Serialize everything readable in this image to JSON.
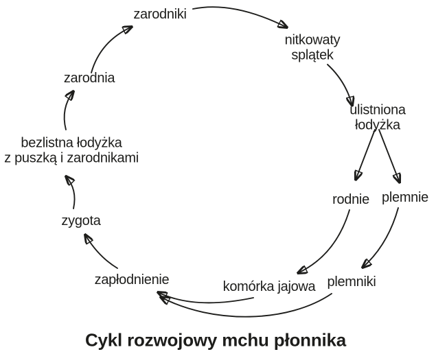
{
  "title": "Cykl rozwojowy mchu płonnika",
  "colors": {
    "ink": "#1d1d1b",
    "background": "#ffffff"
  },
  "nodes": {
    "zarodniki": {
      "label": "zarodniki"
    },
    "nitkowaty_splatek": {
      "label": "nitkowaty\nsplątek"
    },
    "ulistniona_lodyzka": {
      "label": "ulistniona łodyżka"
    },
    "rodnie": {
      "label": "rodnie"
    },
    "plemnie": {
      "label": "plemnie"
    },
    "komorka_jajowa": {
      "label": "komórka jajowa"
    },
    "plemniki": {
      "label": "plemniki"
    },
    "zaplodnienie": {
      "label": "zapłodnienie"
    },
    "zygota": {
      "label": "zygota"
    },
    "bezlistna_lodyzka": {
      "label": "bezlistna łodyżka\nz puszką i zarodnikami"
    },
    "zarodnia": {
      "label": "zarodnia"
    }
  },
  "edges": [
    {
      "from": "zarodnia",
      "to": "zarodniki"
    },
    {
      "from": "zarodniki",
      "to": "nitkowaty_splatek"
    },
    {
      "from": "nitkowaty_splatek",
      "to": "ulistniona_lodyzka"
    },
    {
      "from": "ulistniona_lodyzka",
      "to": "rodnie"
    },
    {
      "from": "ulistniona_lodyzka",
      "to": "plemnie"
    },
    {
      "from": "rodnie",
      "to": "komorka_jajowa"
    },
    {
      "from": "plemnie",
      "to": "plemniki"
    },
    {
      "from": "komorka_jajowa",
      "to": "zaplodnienie"
    },
    {
      "from": "plemniki",
      "to": "zaplodnienie"
    },
    {
      "from": "zaplodnienie",
      "to": "zygota"
    },
    {
      "from": "zygota",
      "to": "bezlistna_lodyzka"
    },
    {
      "from": "bezlistna_lodyzka",
      "to": "zarodnia"
    }
  ]
}
